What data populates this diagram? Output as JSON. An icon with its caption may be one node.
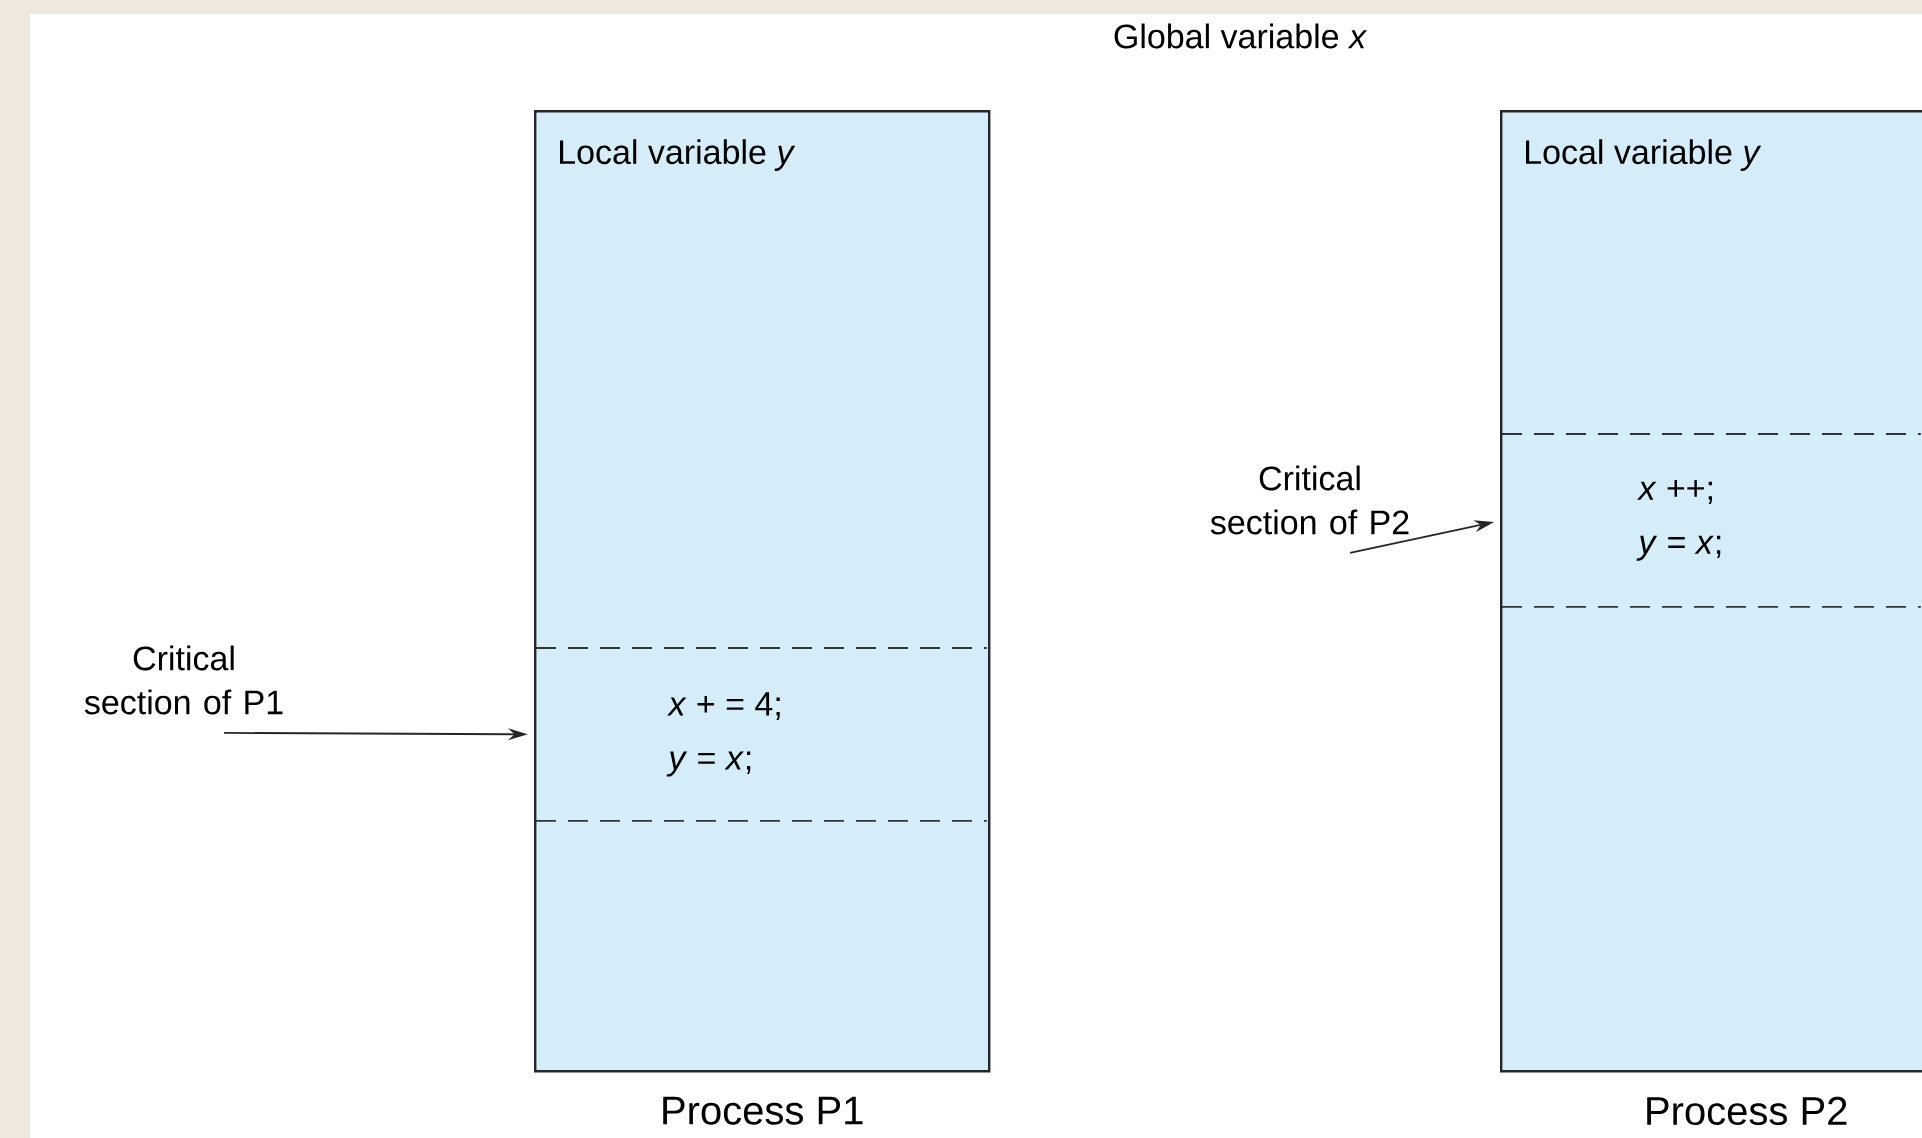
{
  "diagram": {
    "nodes": [
      {
        "text": [
          "Local variable *y*"
        ],
        "beside": [
          "Process P1"
        ]
      },
      {
        "text": [
          "*x* + = 4;",
          "*y* = *x*;"
        ],
        "in": 0
      },
      {
        "text": [
          "Critical section of P1"
        ]
      },
      {
        "text": [
          "Local variable *y*"
        ],
        "beside": [
          "Process P2"
        ]
      },
      {
        "text": [
          "*x* ++;",
          "*y* = *x*;"
        ],
        "in": 3
      },
      {
        "text": [
          "Critical section of P2"
        ]
      }
    ],
    "edges": [
      {
        "from": 2,
        "to": 1,
        "arrow": "to"
      },
      {
        "from": 5,
        "to": 4,
        "arrow": "to"
      }
    ],
    "labels": [
      "Global variable *x*"
    ]
  }
}
